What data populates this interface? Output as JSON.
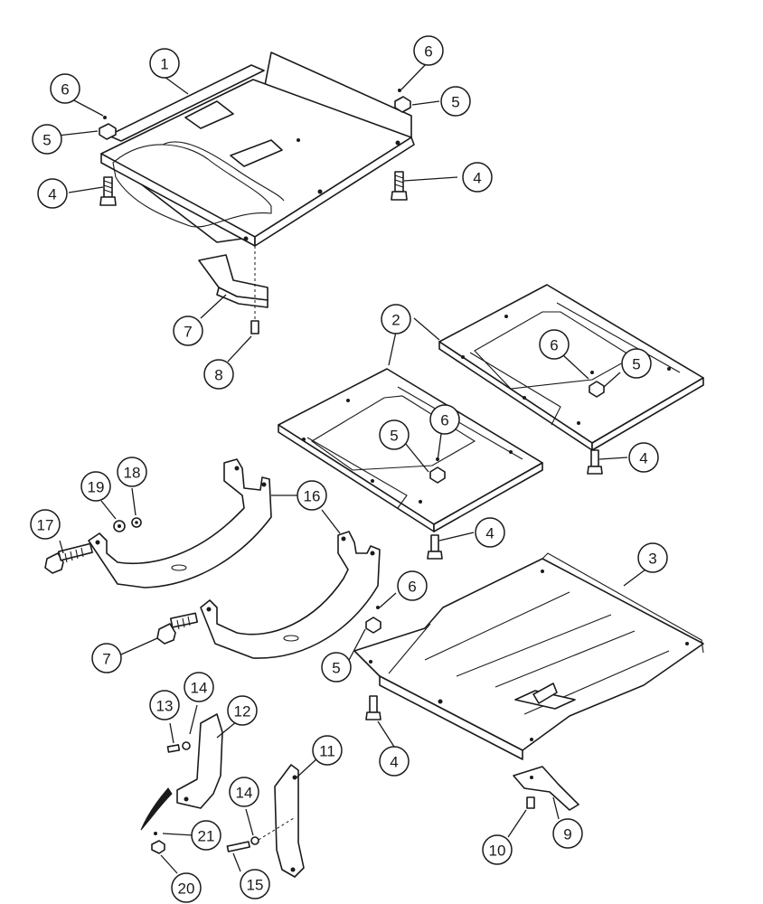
{
  "diagram": {
    "callouts": [
      {
        "label": "1"
      },
      {
        "label": "6"
      },
      {
        "label": "5"
      },
      {
        "label": "6"
      },
      {
        "label": "5"
      },
      {
        "label": "4"
      },
      {
        "label": "4"
      },
      {
        "label": "7"
      },
      {
        "label": "8"
      },
      {
        "label": "2"
      },
      {
        "label": "6"
      },
      {
        "label": "5"
      },
      {
        "label": "4"
      },
      {
        "label": "5"
      },
      {
        "label": "6"
      },
      {
        "label": "4"
      },
      {
        "label": "19"
      },
      {
        "label": "18"
      },
      {
        "label": "16"
      },
      {
        "label": "17"
      },
      {
        "label": "3"
      },
      {
        "label": "6"
      },
      {
        "label": "5"
      },
      {
        "label": "7"
      },
      {
        "label": "4"
      },
      {
        "label": "14"
      },
      {
        "label": "13"
      },
      {
        "label": "12"
      },
      {
        "label": "11"
      },
      {
        "label": "14"
      },
      {
        "label": "21"
      },
      {
        "label": "20"
      },
      {
        "label": "15"
      },
      {
        "label": "10"
      },
      {
        "label": "9"
      }
    ]
  }
}
